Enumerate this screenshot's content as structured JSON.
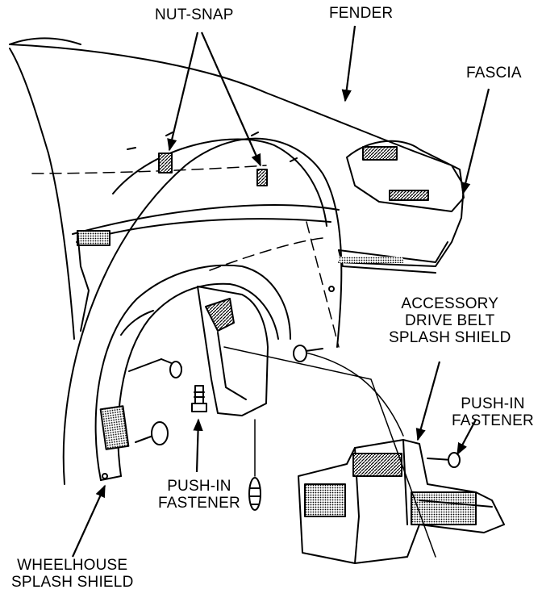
{
  "labels": {
    "nut_snap": "NUT-SNAP",
    "fender": "FENDER",
    "fascia": "FASCIA",
    "accessory_line1": "ACCESSORY",
    "accessory_line2": "DRIVE BELT",
    "accessory_line3": "SPLASH SHIELD",
    "pushin_right_line1": "PUSH-IN",
    "pushin_right_line2": "FASTENER",
    "pushin_center_line1": "PUSH-IN",
    "pushin_center_line2": "FASTENER",
    "wheelhouse_line1": "WHEELHOUSE",
    "wheelhouse_line2": "SPLASH SHIELD"
  },
  "colors": {
    "ink": "#000000",
    "paper": "#ffffff"
  }
}
